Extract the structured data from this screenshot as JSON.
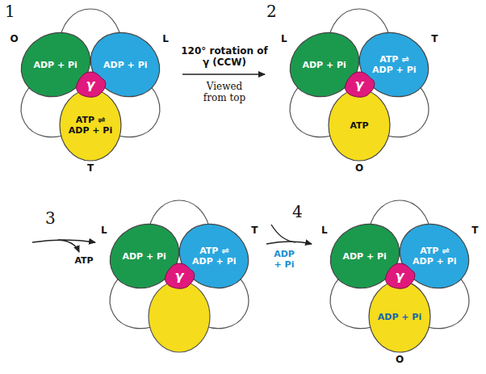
{
  "diagram": {
    "nodes": [
      {
        "text": [
          "O",
          "ADP + Pi"
        ]
      },
      {
        "text": [
          "L",
          "ADP + Pi"
        ]
      },
      {
        "text": [
          "T",
          "ATP ⇌ ADP + Pi"
        ]
      },
      {
        "text": [
          "γ"
        ]
      },
      {
        "text": [
          "L",
          "ADP + Pi"
        ]
      },
      {
        "text": [
          "T",
          "ATP ⇌ ADP + Pi"
        ]
      },
      {
        "text": [
          "O",
          "ATP"
        ]
      },
      {
        "text": [
          "γ"
        ]
      },
      {
        "text": [
          "L",
          "ADP + Pi"
        ]
      },
      {
        "text": [
          "T",
          "ATP ⇌ ADP + Pi"
        ]
      },
      {
        "text": [
          "γ"
        ]
      },
      {
        "text": [
          "L",
          "ADP + Pi"
        ]
      },
      {
        "text": [
          "T",
          "ATP ⇌ ADP + Pi"
        ]
      },
      {
        "text": [
          "O",
          "ADP + Pi"
        ]
      },
      {
        "text": [
          "γ"
        ]
      }
    ],
    "labels": [
      "1",
      "2",
      "3",
      "4",
      "120° rotation of γ (CCW)",
      "Viewed from top",
      "ATP",
      "ADP + Pi"
    ]
  }
}
